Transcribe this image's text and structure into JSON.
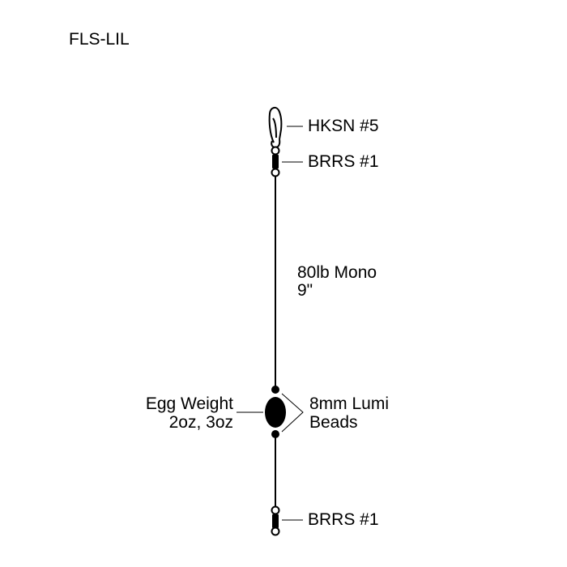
{
  "title": "FLS-LIL",
  "components": {
    "snap": {
      "label": "HKSN #5",
      "icon": "snap-hook-icon"
    },
    "top_swivel": {
      "label": "BRRS #1",
      "icon": "barrel-swivel-icon"
    },
    "line": {
      "line1": "80lb Mono",
      "line2": "9\"",
      "icon": "monofilament-line"
    },
    "weight": {
      "line1": "Egg Weight",
      "line2": "2oz, 3oz",
      "icon": "egg-weight-icon"
    },
    "beads": {
      "line1": "8mm Lumi",
      "line2": "Beads",
      "icon": "bead-icon"
    },
    "bottom_swivel": {
      "label": "BRRS #1",
      "icon": "barrel-swivel-icon"
    }
  },
  "colors": {
    "ink": "#000000",
    "background": "#ffffff"
  }
}
